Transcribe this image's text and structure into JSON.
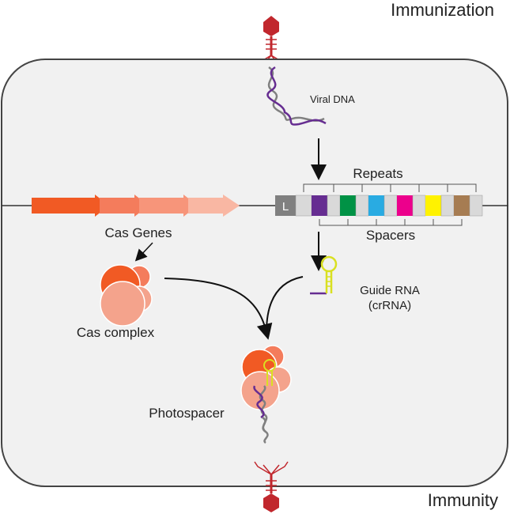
{
  "labels": {
    "immunization": "Immunization",
    "viral_dna": "Viral DNA",
    "repeats": "Repeats",
    "leader": "L",
    "spacers": "Spacers",
    "cas_genes": "Cas Genes",
    "cas_complex": "Cas complex",
    "guide_rna": "Guide RNA",
    "crrna": "(crRNA)",
    "photospacer": "Photospacer",
    "immunity": "Immunity"
  },
  "colors": {
    "cell_fill": "#f1f1f1",
    "cell_border": "#444444",
    "cas_gene_arrows": [
      "#f15a24",
      "#f47c5c",
      "#f7957a",
      "#f9b7a3"
    ],
    "spacers": [
      "#662d91",
      "#009245",
      "#29abe2",
      "#ec008c",
      "#fff200",
      "#a67c52"
    ],
    "repeat_box": "#d9d9d9",
    "leader_box": "#808080",
    "guide_rna": "#d9e021",
    "viral_dna_strand_a": "#662d91",
    "viral_dna_strand_b": "#808080",
    "phage": "#c1272d",
    "cas_complex": [
      "#f15a24",
      "#f47c5c",
      "#f4a38c"
    ]
  },
  "icons": [
    "bacteriophage-icon",
    "viral-dna-helix-icon",
    "cas-complex-icon",
    "guide-rna-hairpin-icon"
  ]
}
